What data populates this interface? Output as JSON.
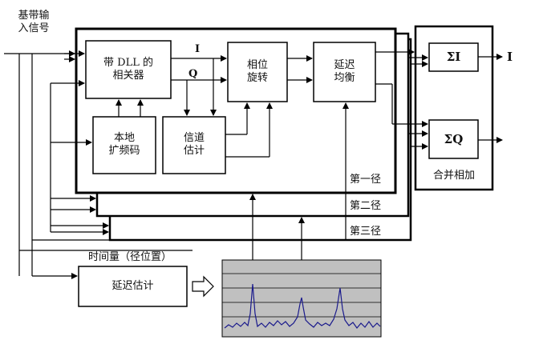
{
  "input_label": [
    "基带输",
    "入信号"
  ],
  "blocks": {
    "correlator": [
      "带 DLL 的",
      "相关器"
    ],
    "local_code": [
      "本地",
      "扩频码"
    ],
    "channel_est": [
      "信道",
      "估计"
    ],
    "phase_rot": [
      "相位",
      "旋转"
    ],
    "delay_eq": [
      "延迟",
      "均衡"
    ],
    "delay_est": "延迟估计",
    "sum_i": "ΣI",
    "sum_q": "ΣQ"
  },
  "signals": {
    "i": "I",
    "q": "Q",
    "out_i": "I"
  },
  "paths": [
    "第一径",
    "第二径",
    "第三径"
  ],
  "combine_label": "合并相加",
  "time_label": "时间量（径位置）",
  "colors": {
    "line": "#000000",
    "trace": "#1a1a8c",
    "plot_bg": "#c0c0c0"
  }
}
